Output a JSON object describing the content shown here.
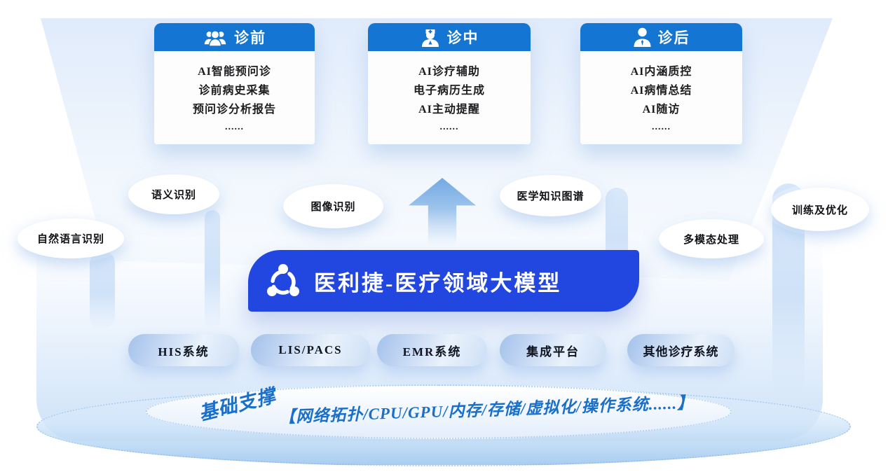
{
  "colors": {
    "card_header_blue": "#1476d2",
    "core_box_blue": "#2247e0",
    "arrow_blue": "#74a9e2",
    "foundation_text_blue": "#1a6fc8",
    "pill_gradient_blue": "#a3c1ea",
    "platform_rim_blue": "#a9cdf0"
  },
  "stage_cards": [
    {
      "title": "诊前",
      "icon": "users-group-icon",
      "items": [
        "AI智能预问诊",
        "诊前病史采集",
        "预问诊分析报告"
      ],
      "ellipsis": "......"
    },
    {
      "title": "诊中",
      "icon": "doctor-icon",
      "items": [
        "AI诊疗辅助",
        "电子病历生成",
        "AI主动提醒"
      ],
      "ellipsis": "......"
    },
    {
      "title": "诊后",
      "icon": "person-icon",
      "items": [
        "AI内涵质控",
        "AI病情总结",
        "AI随访"
      ],
      "ellipsis": "......"
    }
  ],
  "capability_bubbles": [
    {
      "label": "自然语言识别"
    },
    {
      "label": "语义识别"
    },
    {
      "label": "图像识别"
    },
    {
      "label": "医学知识图谱"
    },
    {
      "label": "多模态处理"
    },
    {
      "label": "训练及优化"
    }
  ],
  "core_model": {
    "icon": "share-network-icon",
    "title": "医利捷-医疗领域大模型"
  },
  "system_pills": [
    {
      "label": "HIS系统"
    },
    {
      "label": "LIS/PACS"
    },
    {
      "label": "EMR系统"
    },
    {
      "label": "集成平台"
    },
    {
      "label": "其他诊疗系统"
    }
  ],
  "foundation": {
    "prefix": "基础支撑",
    "detail": "【网络拓扑/CPU/GPU/内存/存储/虚拟化/操作系统......】"
  }
}
